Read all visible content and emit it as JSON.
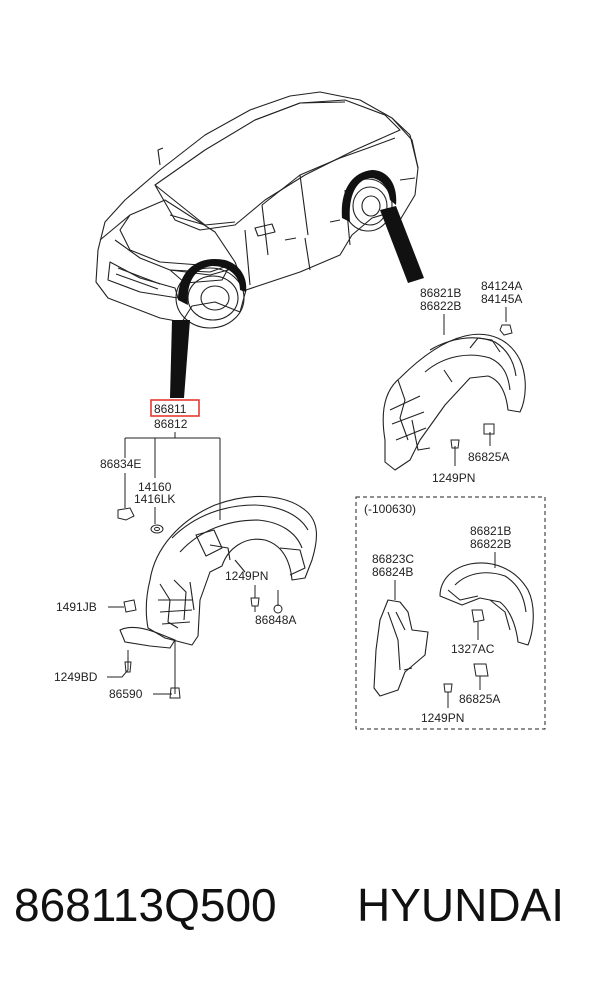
{
  "diagram": {
    "highlight_color": "#e53935",
    "labels": {
      "front_part_a": "86811",
      "front_part_b": "86812",
      "front_clip": "86834E",
      "front_grommet_a": "14160",
      "front_grommet_b": "1416LK",
      "front_bolt_right": "1249PN",
      "front_nut_right": "86848A",
      "front_bolt_left": "1491JB",
      "front_screw_bottom": "1249BD",
      "front_clip_bottom": "86590",
      "rear_part_a": "86821B",
      "rear_part_b": "86822B",
      "rear_nut_a": "84124A",
      "rear_nut_b": "84145A",
      "rear_nut_c": "86825A",
      "rear_bolt": "1249PN",
      "box_code": "(-100630)",
      "box_rear_part_a": "86821B",
      "box_rear_part_b": "86822B",
      "box_flap_a": "86823C",
      "box_flap_b": "86824B",
      "box_clip": "1327AC",
      "box_nut": "86825A",
      "box_bolt": "1249PN"
    }
  },
  "caption": {
    "part_number": "868113Q500",
    "brand": "HYUNDAI"
  }
}
